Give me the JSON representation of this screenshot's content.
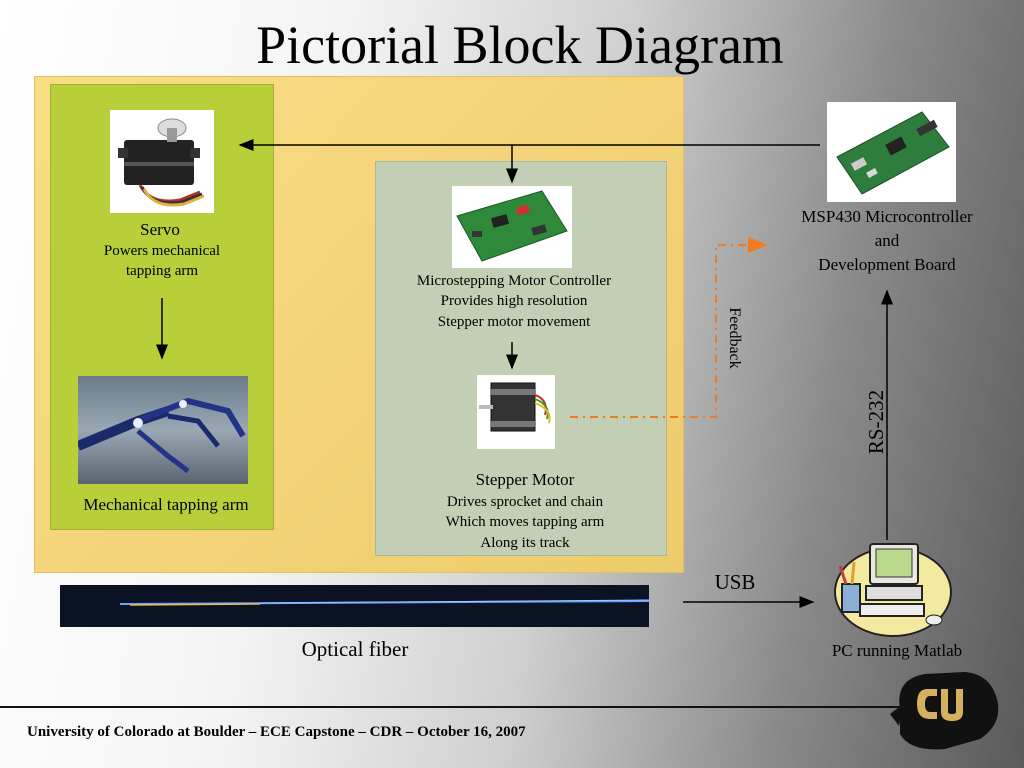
{
  "title": "Pictorial Block Diagram",
  "servo": {
    "name": "Servo",
    "desc1": "Powers mechanical",
    "desc2": "tapping arm"
  },
  "arm": {
    "label": "Mechanical tapping arm"
  },
  "controller": {
    "line1": "Microstepping Motor Controller",
    "line2": "Provides high resolution",
    "line3": "Stepper motor movement"
  },
  "stepper": {
    "name": "Stepper Motor",
    "line1": "Drives sprocket and chain",
    "line2": "Which moves tapping arm",
    "line3": "Along its track"
  },
  "msp": {
    "line1": "MSP430 Microcontroller",
    "line2": "and",
    "line3": "Development Board"
  },
  "feedback": "Feedback",
  "rs232": "RS-232",
  "usb": "USB",
  "optical": "Optical fiber",
  "pc": "PC running Matlab",
  "footer": "University of Colorado at Boulder – ECE Capstone – CDR – October 16, 2007",
  "colors": {
    "panel_outer": "#f7da7c",
    "panel_green": "#b8cf3a",
    "panel_blue": "#c3cfb4",
    "feedback": "#f07b20"
  }
}
